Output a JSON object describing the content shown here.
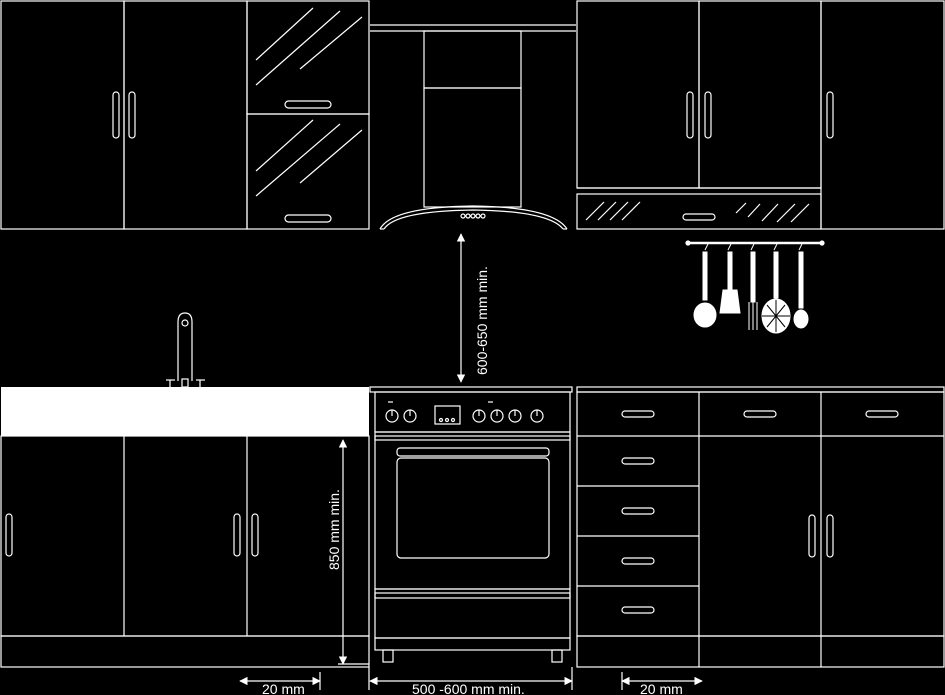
{
  "colors": {
    "background": "#000000",
    "line": "#ffffff",
    "countertop": "#ffffff"
  },
  "dimensions": {
    "hood_height": "600-650 mm min.",
    "counter_height": "850 mm min.",
    "side_gap_left": "20 mm",
    "oven_width": "500 -600 mm min.",
    "side_gap_right": "20 mm"
  },
  "icons": {
    "utensils": [
      "ladle-icon",
      "spatula-icon",
      "fork-icon",
      "slotted-spoon-icon",
      "skimmer-icon"
    ],
    "faucet": "faucet-icon",
    "hood": "range-hood-icon",
    "oven": "freestanding-cooker-icon"
  }
}
